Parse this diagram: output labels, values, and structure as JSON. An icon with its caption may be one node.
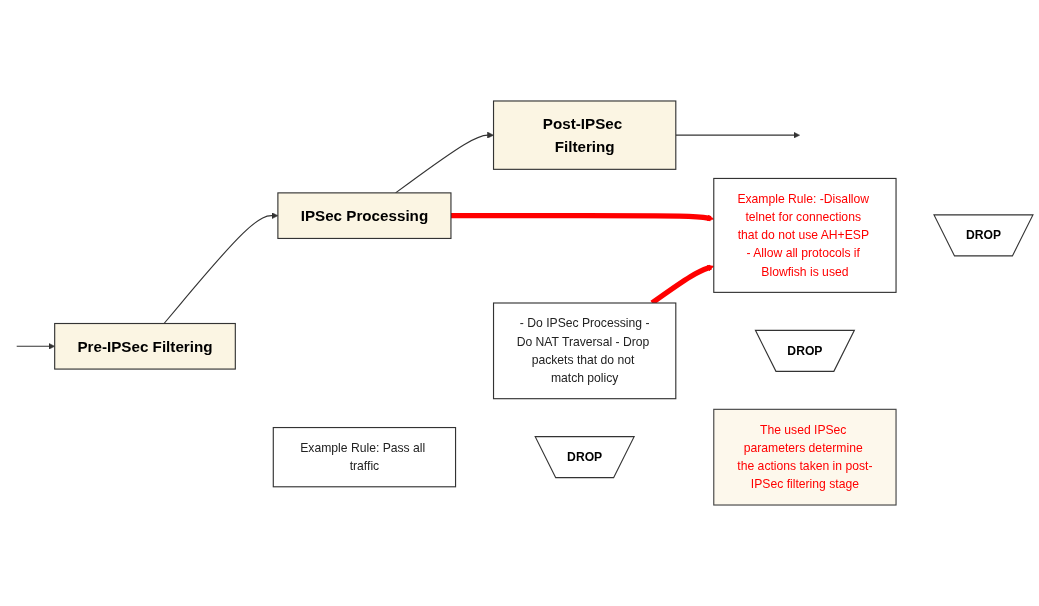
{
  "diagram": {
    "nodes": [
      {
        "text": [
          "Pre-IPSec Filtering"
        ]
      },
      {
        "text": [
          "Example Rule: Pass all traffic"
        ]
      },
      {
        "text": [
          "IPSec Processing"
        ]
      },
      {
        "text": [
          "- Do IPSec Processing -Do NAT Traversal - Drop packets that do not match policy"
        ]
      },
      {
        "text": [
          "Post-IPSec Filtering"
        ]
      },
      {
        "text": [
          "Example Rule: -Disallow telnet for connections that do not use AH+ESP - Allow all protocols if Blowfish is used"
        ]
      },
      {
        "text": [
          "DROP"
        ]
      },
      {
        "text": [
          "DROP"
        ]
      },
      {
        "text": [
          "DROP"
        ]
      },
      {
        "text": [
          "The used IPSec parameters determine the actions taken in post-IPSec filtering stage"
        ]
      }
    ],
    "edges": [
      {
        "from": null,
        "to": 0,
        "arrow": "to"
      },
      {
        "from": 0,
        "to": 2,
        "arrow": "to"
      },
      {
        "from": 2,
        "to": 4,
        "arrow": "to"
      },
      {
        "from": 4,
        "to": null,
        "arrow": "to"
      },
      {
        "from": 2,
        "to": 5,
        "arrow": "to",
        "style": "thick",
        "color": "#ff0000"
      },
      {
        "from": 3,
        "to": 5,
        "arrow": "to",
        "style": "thick",
        "color": "#ff0000"
      }
    ]
  }
}
